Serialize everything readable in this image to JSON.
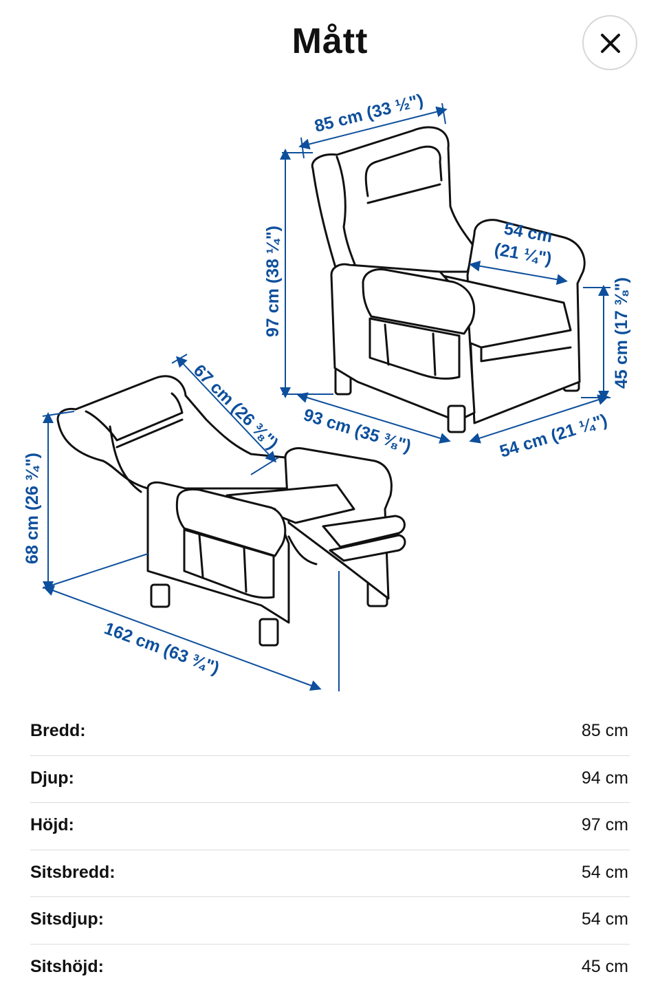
{
  "header": {
    "title": "Mått",
    "close_icon": "close-icon"
  },
  "diagram": {
    "upright": {
      "width": "85 cm (33 ½\")",
      "height": "97 cm (38 ¼\")",
      "seat_width_line1": "54 cm",
      "seat_width_line2": "(21 ¼\")",
      "seat_height": "45 cm (17 ⅜\")",
      "depth": "93 cm (35 ⅜\")",
      "seat_depth": "54 cm (21 ¼\")"
    },
    "reclined": {
      "back_depth": "67 cm (26 ⅜\")",
      "height": "68 cm (26 ¾\")",
      "length": "162 cm (63 ¾\")"
    },
    "dimension_color": "#0d4f9c"
  },
  "specs": [
    {
      "label": "Bredd:",
      "value": "85 cm"
    },
    {
      "label": "Djup:",
      "value": "94 cm"
    },
    {
      "label": "Höjd:",
      "value": "97 cm"
    },
    {
      "label": "Sitsbredd:",
      "value": "54 cm"
    },
    {
      "label": "Sitsdjup:",
      "value": "54 cm"
    },
    {
      "label": "Sitshöjd:",
      "value": "45 cm"
    }
  ]
}
